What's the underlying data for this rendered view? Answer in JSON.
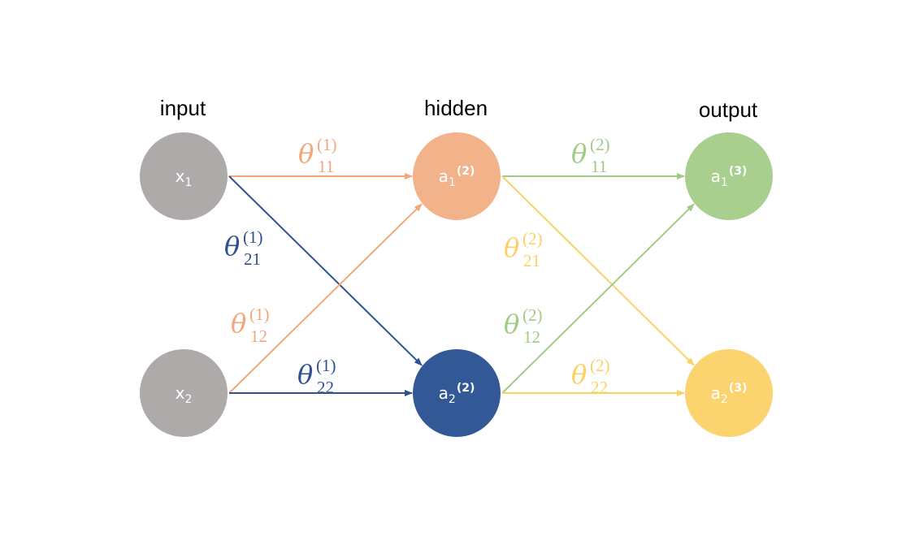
{
  "layers": [
    {
      "id": "input",
      "label": "input"
    },
    {
      "id": "hidden",
      "label": "hidden"
    },
    {
      "id": "output",
      "label": "output"
    }
  ],
  "nodes": [
    {
      "id": "x1",
      "layer": "input",
      "row": 0,
      "base": "x",
      "sub": "1",
      "sup": "",
      "color": "#aeaaa9"
    },
    {
      "id": "x2",
      "layer": "input",
      "row": 1,
      "base": "x",
      "sub": "2",
      "sup": "",
      "color": "#aeaaa9"
    },
    {
      "id": "a1_2",
      "layer": "hidden",
      "row": 0,
      "base": "a",
      "sub": "1",
      "sup": "(2)",
      "color": "#f2b28a"
    },
    {
      "id": "a2_2",
      "layer": "hidden",
      "row": 1,
      "base": "a",
      "sub": "2",
      "sup": "(2)",
      "color": "#325895"
    },
    {
      "id": "a1_3",
      "layer": "output",
      "row": 0,
      "base": "a",
      "sub": "1",
      "sup": "(3)",
      "color": "#a8cf8e"
    },
    {
      "id": "a2_3",
      "layer": "output",
      "row": 1,
      "base": "a",
      "sub": "2",
      "sup": "(3)",
      "color": "#fcd46f"
    }
  ],
  "edges": [
    {
      "from": "x1",
      "to": "a1_2",
      "color": "#f2a77a",
      "weight": {
        "symbol": "θ",
        "sub": "11",
        "sup": "(1)"
      }
    },
    {
      "from": "x1",
      "to": "a2_2",
      "color": "#2e5291",
      "weight": {
        "symbol": "θ",
        "sub": "21",
        "sup": "(1)"
      }
    },
    {
      "from": "x2",
      "to": "a1_2",
      "color": "#f2a77a",
      "weight": {
        "symbol": "θ",
        "sub": "12",
        "sup": "(1)"
      }
    },
    {
      "from": "x2",
      "to": "a2_2",
      "color": "#2e5291",
      "weight": {
        "symbol": "θ",
        "sub": "22",
        "sup": "(1)"
      }
    },
    {
      "from": "a1_2",
      "to": "a1_3",
      "color": "#9fcc84",
      "weight": {
        "symbol": "θ",
        "sub": "11",
        "sup": "(2)"
      }
    },
    {
      "from": "a1_2",
      "to": "a2_3",
      "color": "#fbd166",
      "weight": {
        "symbol": "θ",
        "sub": "21",
        "sup": "(2)"
      }
    },
    {
      "from": "a2_2",
      "to": "a1_3",
      "color": "#9fcc84",
      "weight": {
        "symbol": "θ",
        "sub": "12",
        "sup": "(2)"
      }
    },
    {
      "from": "a2_2",
      "to": "a2_3",
      "color": "#fbd166",
      "weight": {
        "symbol": "θ",
        "sub": "22",
        "sup": "(2)"
      }
    }
  ]
}
